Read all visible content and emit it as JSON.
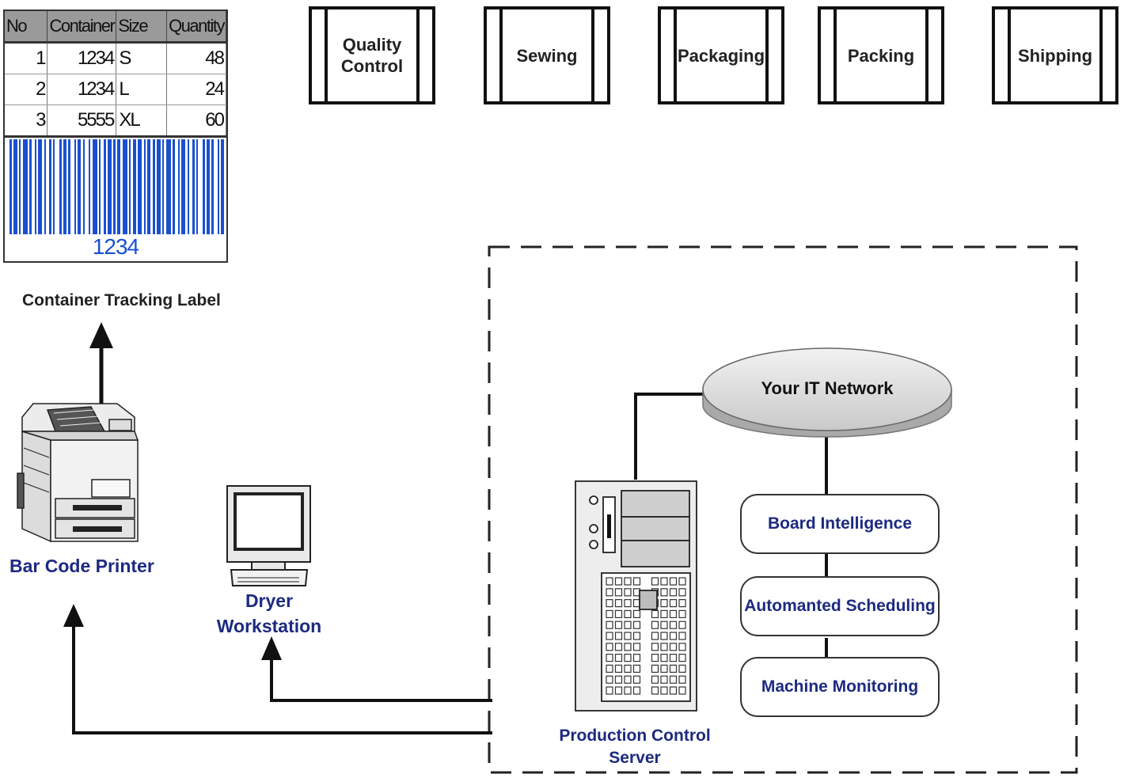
{
  "label": {
    "columns": [
      "No",
      "Container",
      "Size",
      "Quantity"
    ],
    "rows": [
      {
        "no": "1",
        "container": "1234",
        "size": "S",
        "quantity": "48"
      },
      {
        "no": "2",
        "container": "1234",
        "size": "L",
        "quantity": "24"
      },
      {
        "no": "3",
        "container": "5555",
        "size": "XL",
        "quantity": "60"
      }
    ],
    "barcode_number": "1234",
    "caption": "Container Tracking Label"
  },
  "process_steps": [
    "Quality\nControl",
    "Sewing",
    "Packaging",
    "Packing",
    "Shipping"
  ],
  "devices": {
    "printer": "Bar Code Printer",
    "workstation_line1": "Dryer",
    "workstation_line2": "Workstation",
    "server_line1": "Production Control",
    "server_line2": "Server"
  },
  "network": {
    "title": "Your IT Network",
    "modules": [
      "Board Intelligence",
      "Automanted Scheduling",
      "Machine Monitoring"
    ]
  },
  "colors": {
    "label_blue": "#1c2a80",
    "barcode_blue": "#1a4fd0",
    "header_gray": "#9a9a9a"
  }
}
